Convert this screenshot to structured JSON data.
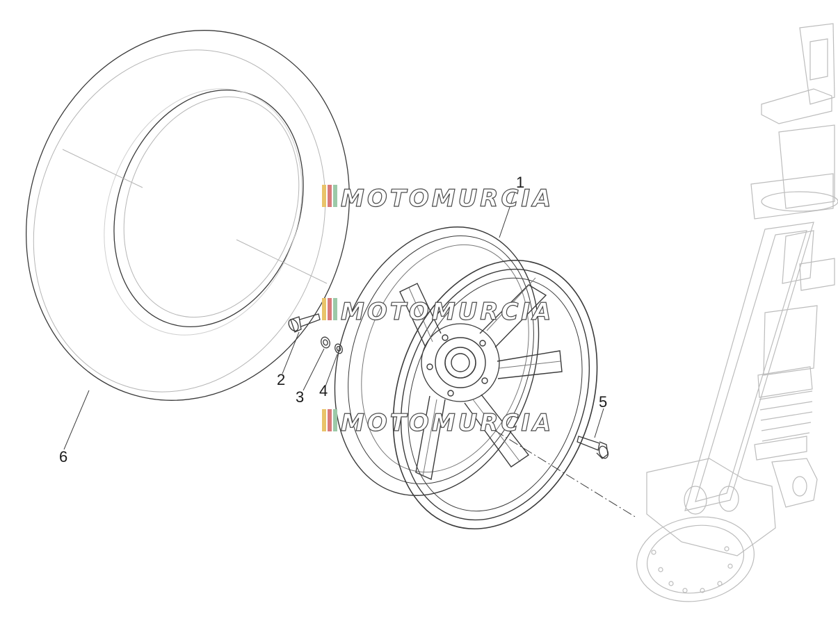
{
  "diagram": {
    "callouts": [
      {
        "id": "1",
        "label": "1",
        "part": "wheel-rim"
      },
      {
        "id": "2",
        "label": "2",
        "part": "bolt"
      },
      {
        "id": "3",
        "label": "3",
        "part": "washer-large"
      },
      {
        "id": "4",
        "label": "4",
        "part": "washer-small"
      },
      {
        "id": "5",
        "label": "5",
        "part": "tire-valve"
      },
      {
        "id": "6",
        "label": "6",
        "part": "tire"
      }
    ],
    "colors": {
      "line": "#3a3a3a",
      "light_line": "#b5b5b5",
      "faint_line": "#cfcfcf",
      "watermark_outline": "#4a4a4a",
      "watermark_stripes": [
        "#e9c36a",
        "#d97a7a",
        "#9cc9a8"
      ]
    }
  },
  "watermark": {
    "text": "MOTOMURCIA"
  }
}
